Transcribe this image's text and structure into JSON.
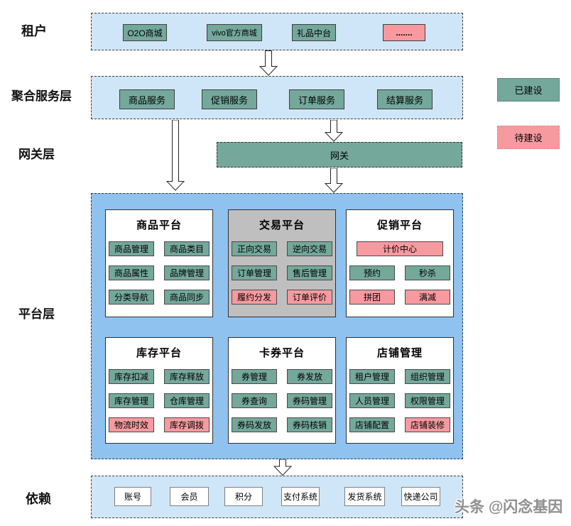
{
  "layers": {
    "tenant": {
      "label": "租户",
      "items": [
        {
          "label": "O2O商城",
          "status": "built"
        },
        {
          "label": "vivo官方商城",
          "status": "built"
        },
        {
          "label": "礼品中台",
          "status": "built"
        },
        {
          "label": ".......",
          "status": "planned"
        }
      ]
    },
    "aggregation": {
      "label": "聚合服务层",
      "items": [
        {
          "label": "商品服务",
          "status": "built"
        },
        {
          "label": "促销服务",
          "status": "built"
        },
        {
          "label": "订单服务",
          "status": "built"
        },
        {
          "label": "结算服务",
          "status": "built"
        }
      ]
    },
    "gateway": {
      "label": "网关层",
      "bar_label": "网关",
      "status": "built"
    },
    "platform": {
      "label": "平台层",
      "cards": [
        {
          "title": "商品平台",
          "variant": "white",
          "chips": [
            {
              "label": "商品管理",
              "status": "built"
            },
            {
              "label": "商品类目",
              "status": "built"
            },
            {
              "label": "商品属性",
              "status": "built"
            },
            {
              "label": "品牌管理",
              "status": "built"
            },
            {
              "label": "分类导航",
              "status": "built"
            },
            {
              "label": "商品同步",
              "status": "built"
            }
          ]
        },
        {
          "title": "交易平台",
          "variant": "gray",
          "chips": [
            {
              "label": "正向交易",
              "status": "built"
            },
            {
              "label": "逆向交易",
              "status": "built"
            },
            {
              "label": "订单管理",
              "status": "built"
            },
            {
              "label": "售后管理",
              "status": "built"
            },
            {
              "label": "履约分发",
              "status": "planned"
            },
            {
              "label": "订单评价",
              "status": "planned"
            }
          ]
        },
        {
          "title": "促销平台",
          "variant": "white",
          "chips": [
            {
              "label": "计价中心",
              "status": "planned"
            },
            {
              "label": "预约",
              "status": "built"
            },
            {
              "label": "秒杀",
              "status": "built"
            },
            {
              "label": "拼团",
              "status": "planned"
            },
            {
              "label": "满减",
              "status": "planned"
            }
          ]
        },
        {
          "title": "库存平台",
          "variant": "white",
          "chips": [
            {
              "label": "库存扣减",
              "status": "built"
            },
            {
              "label": "库存释放",
              "status": "built"
            },
            {
              "label": "库存管理",
              "status": "built"
            },
            {
              "label": "仓库管理",
              "status": "built"
            },
            {
              "label": "物流时效",
              "status": "planned"
            },
            {
              "label": "库存调拨",
              "status": "planned"
            }
          ]
        },
        {
          "title": "卡券平台",
          "variant": "white",
          "chips": [
            {
              "label": "券管理",
              "status": "built"
            },
            {
              "label": "券发放",
              "status": "built"
            },
            {
              "label": "券查询",
              "status": "built"
            },
            {
              "label": "券码管理",
              "status": "built"
            },
            {
              "label": "券码发放",
              "status": "built"
            },
            {
              "label": "券码核销",
              "status": "built"
            }
          ]
        },
        {
          "title": "店铺管理",
          "variant": "white",
          "chips": [
            {
              "label": "租户管理",
              "status": "built"
            },
            {
              "label": "组织管理",
              "status": "built"
            },
            {
              "label": "人员管理",
              "status": "built"
            },
            {
              "label": "权限管理",
              "status": "built"
            },
            {
              "label": "店铺配置",
              "status": "built"
            },
            {
              "label": "店铺装修",
              "status": "planned"
            }
          ]
        }
      ]
    },
    "dependency": {
      "label": "依赖",
      "items": [
        {
          "label": "账号"
        },
        {
          "label": "会员"
        },
        {
          "label": "积分"
        },
        {
          "label": "支付系统"
        },
        {
          "label": "发货系统"
        },
        {
          "label": "快递公司"
        }
      ]
    }
  },
  "legend": {
    "built": {
      "label": "已建设",
      "color": "#74a89b"
    },
    "planned": {
      "label": "待建设",
      "color": "#f69aa0"
    }
  },
  "watermark": "头条 @闪念基因"
}
